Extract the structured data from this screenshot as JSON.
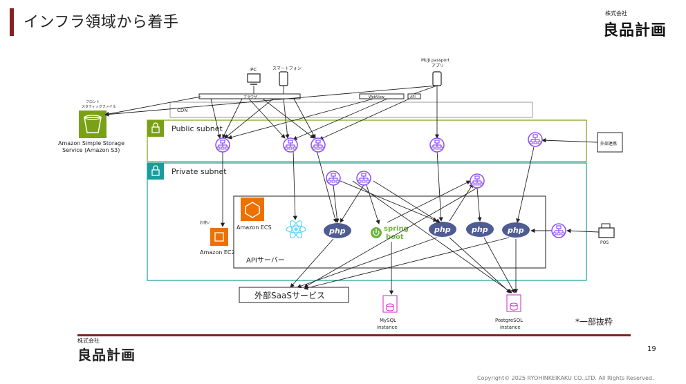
{
  "header": {
    "title": "インフラ領域から着手",
    "logo_small": "株式会社",
    "logo_big": "良品計画"
  },
  "diagram": {
    "pc": "PC",
    "smartphone": "スマートフォン",
    "muji_app_line1": "MUJI passport",
    "muji_app_line2": "アプリ",
    "browser_bar": "ブラウザ",
    "webview_bar": "WebView",
    "api_bar": "API",
    "front_static_line1": "フロント",
    "front_static_line2": "スタティックファイル",
    "s3_line1": "Amazon Simple Storage",
    "s3_line2": "Service (Amazon S3)",
    "cdn": "CDN",
    "public_subnet": "Public subnet",
    "private_subnet": "Private subnet",
    "external_link": "外部連携",
    "ecs": "Amazon ECS",
    "ec2_small": "お使い",
    "ec2": "Amazon EC2",
    "api_server": "APIサーバー",
    "php": "php",
    "spring_top": "spring",
    "spring_bottom": "boot",
    "pos": "POS",
    "saas": "外部SaaSサービス",
    "mysql_line1": "MySQL",
    "mysql_line2": "instance",
    "postgres_line1": "PostgreSQL",
    "postgres_line2": "instance",
    "note": "*一部抜粋",
    "colors": {
      "public_green": "#7aa116",
      "private_teal": "#1a9ba0",
      "elb_purple": "#8c4fff",
      "ec2_orange": "#ed7100",
      "db_pink": "#c925d1",
      "php_blue": "#4f5b93"
    }
  },
  "footer": {
    "logo_small": "株式会社",
    "logo_big": "良品計画",
    "page_number": "19",
    "copyright": "Copyright© 2025 RYOHINKEIKAKU CO.,LTD. All Rights Reserved."
  }
}
